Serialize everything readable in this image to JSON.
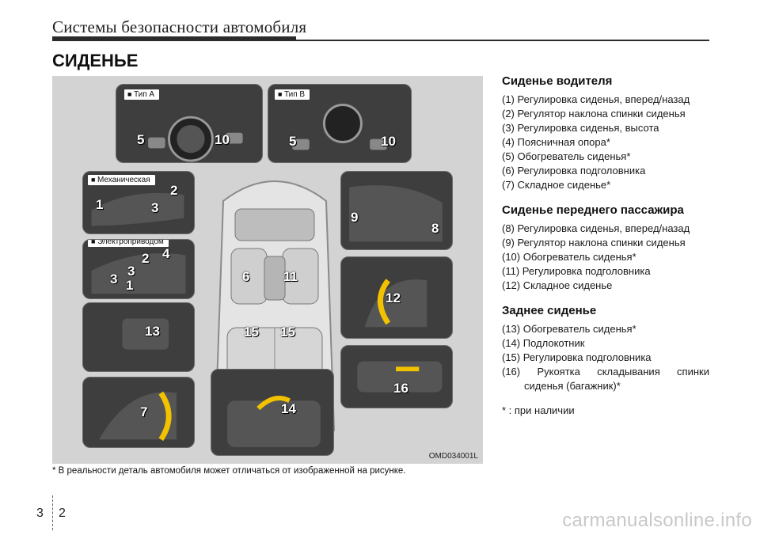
{
  "header": {
    "chapter_title": "Системы безопасности автомобиля",
    "section_title": "СИДЕНЬЕ"
  },
  "figure": {
    "code": "OMD034001L",
    "tags": {
      "type_a": "Тип A",
      "type_b": "Тип B",
      "manual": "Механическая",
      "power": "Электроприводом"
    },
    "callouts": {
      "n1": "1",
      "n2": "2",
      "n3": "3",
      "n4": "4",
      "n5": "5",
      "n6": "6",
      "n7": "7",
      "n8": "8",
      "n9": "9",
      "n10": "10",
      "n11": "11",
      "n12": "12",
      "n13": "13",
      "n14": "14",
      "n15": "15",
      "n16": "16"
    },
    "footnote": "* В реальности деталь автомобиля может отличаться от изображенной на рисунке."
  },
  "driver_seat": {
    "heading": "Сиденье водителя",
    "items": [
      "(1) Регулировка сиденья, вперед/назад",
      "(2) Регулятор наклона спинки сиденья",
      "(3) Регулировка сиденья, высота",
      "(4) Поясничная опора*",
      "(5) Обогреватель сиденья*",
      "(6) Регулировка подголовника",
      "(7) Складное сиденье*"
    ]
  },
  "passenger_seat": {
    "heading": "Сиденье переднего пассажира",
    "items": [
      "(8) Регулировка сиденья, вперед/назад",
      "(9) Регулятор наклона спинки сиденья",
      "(10) Обогреватель сиденья*",
      "(11) Регулировка подголовника",
      "(12) Складное сиденье"
    ]
  },
  "rear_seat": {
    "heading": "Заднее сиденье",
    "items": [
      "(13) Обогреватель сиденья*",
      "(14) Подлокотник",
      "(15) Регулировка подголовника",
      "(16) Рукоятка складывания спинки сиденья (багажник)*"
    ]
  },
  "note": "* : при наличии",
  "page": {
    "section": "3",
    "page": "2"
  },
  "watermark": "carmanualsonline.info"
}
